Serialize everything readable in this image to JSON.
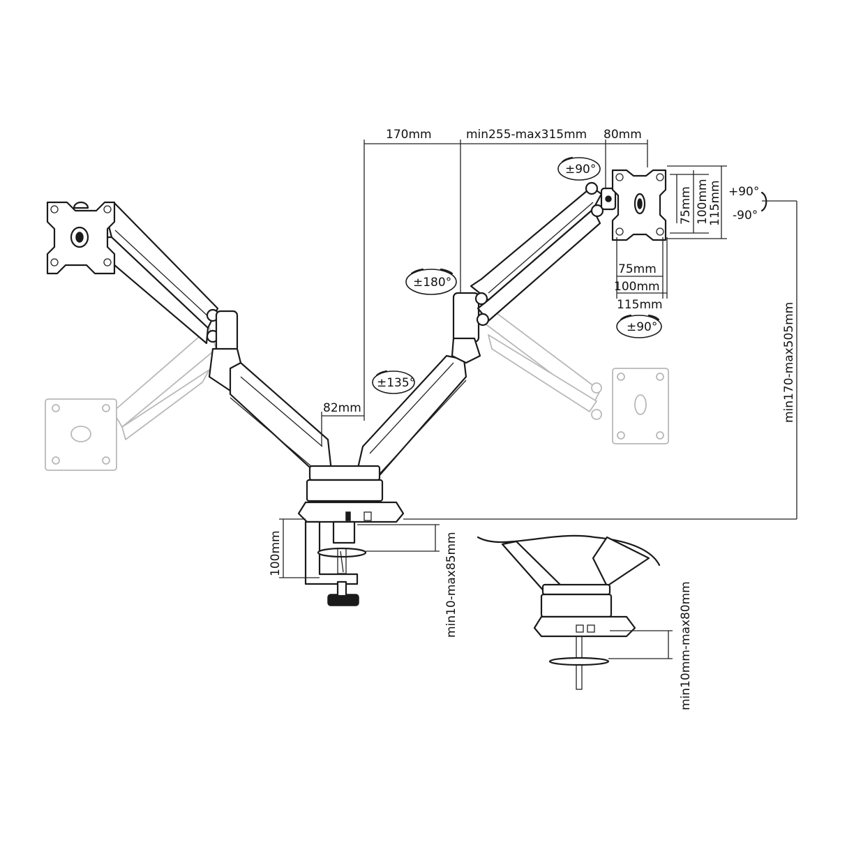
{
  "dimensions": {
    "arm_offset": "170mm",
    "arm_length": "min255-max315mm",
    "head_offset": "80mm",
    "pole_width": "82mm",
    "height_range": "min170-max505mm",
    "vesa_v75": "75mm",
    "vesa_v100": "100mm",
    "vesa_v115": "115mm",
    "vesa_h75": "75mm",
    "vesa_h100": "100mm",
    "vesa_h115": "115mm",
    "clamp_depth": "100mm",
    "clamp_range": "min10-max85mm",
    "grommet_range": "min10mm-max80mm"
  },
  "rotations": {
    "head_swivel_top": "±90°",
    "head_swivel_bottom": "±90°",
    "arm_swivel": "±180°",
    "base_swivel": "±135°",
    "tilt_up": "+90°",
    "tilt_down": "-90°"
  }
}
